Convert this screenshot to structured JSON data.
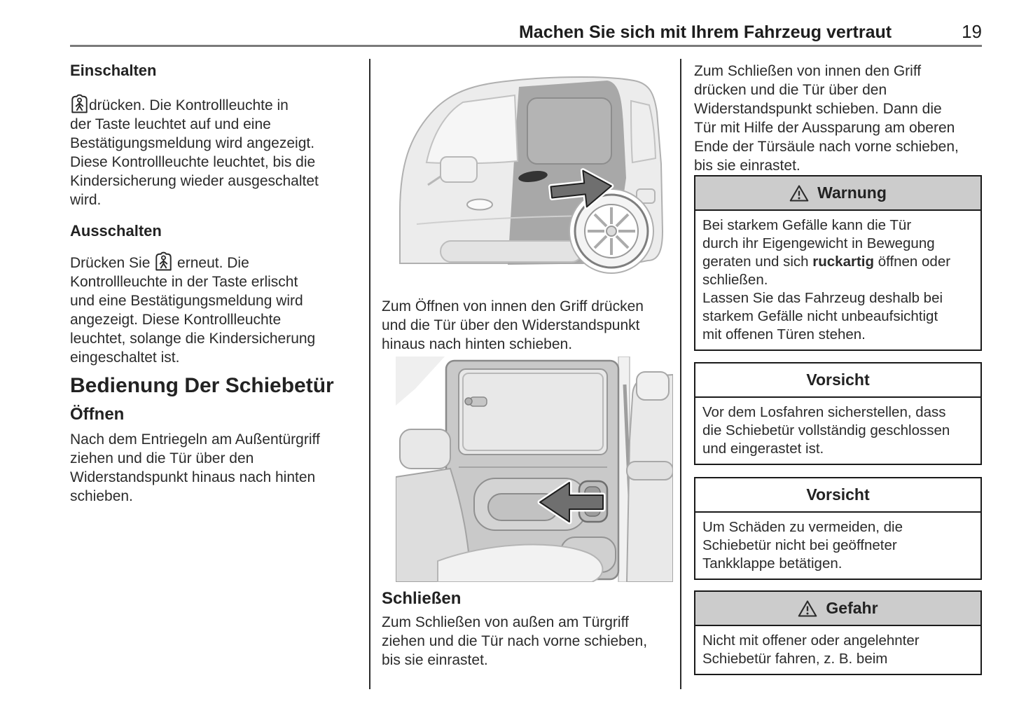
{
  "header": {
    "title": "Machen Sie sich mit Ihrem Fahrzeug vertraut",
    "page_number": "19"
  },
  "left_column": {
    "heading_on": "Einschalten",
    "para_on": "drücken. Die Kontrollleuchte in\nder Taste leuchtet auf und eine\nBestätigungsmeldung wird angezeigt.\nDiese Kontrollleuchte leuchtet, bis die\nKindersicherung wieder ausgeschaltet\nwird.",
    "heading_off": "Ausschalten",
    "para_off_pre": "Drücken Sie ",
    "para_off_post": " erneut. Die\nKontrollleuchte in der Taste erlischt\nund eine Bestätigungsmeldung wird\nangezeigt. Diese Kontrollleuchte\nleuchtet, solange die Kindersicherung\neingeschaltet ist.",
    "section_heading": "Bedienung Der Schiebetür",
    "subheading_open": "Öffnen",
    "para_open": "Nach dem Entriegeln am Außentürgriff\nziehen und die Tür über den\nWiderstandspunkt hinaus nach hinten\nschieben."
  },
  "middle_column": {
    "para_open_inside": "Zum Öffnen von innen den Griff drücken\nund die Tür über den Widerstandspunkt\nhinaus nach hinten schieben.",
    "subheading_close": "Schließen",
    "para_close": "Zum Schließen von außen am Türgriff\nziehen und die Tür nach vorne schieben,\nbis sie einrastet."
  },
  "right_column": {
    "para_close_inside": "Zum Schließen von innen den Griff\ndrücken und die Tür über den\nWiderstandspunkt schieben. Dann die\nTür mit Hilfe der Aussparung am oberen\nEnde der Türsäule nach vorne schieben,\nbis sie einrastet.",
    "warning_box": {
      "title": "Warnung",
      "body_part1": "Bei starkem Gefälle kann die Tür\ndurch ihr Eigengewicht in Bewegung\ngeraten und sich ",
      "body_bold": "ruckartig",
      "body_part2": " öffnen oder\nschließen.\nLassen Sie das Fahrzeug deshalb bei\nstarkem Gefälle nicht unbeaufsichtigt\nmit offenen Türen stehen."
    },
    "caution_box_1": {
      "title": "Vorsicht",
      "body": "Vor dem Losfahren sicherstellen, dass\ndie Schiebetür vollständig geschlossen\nund eingerastet ist."
    },
    "caution_box_2": {
      "title": "Vorsicht",
      "body": "Um Schäden zu vermeiden, die\nSchiebetür nicht bei geöffneter\nTankklappe betätigen."
    },
    "danger_box": {
      "title": "Gefahr",
      "body": "Nicht mit offener oder angelehnter\nSchiebetür fahren, z. B. beim"
    }
  },
  "icons": {
    "child_lock": "child-lock-icon",
    "warning_triangle": "warning-triangle-icon",
    "arrow_right": "direction-arrow-right-icon",
    "arrow_left": "direction-arrow-left-icon"
  },
  "colors": {
    "box_header_bg": "#cccccc",
    "box_border": "#1a1a1a",
    "text": "#2b2b2b",
    "header_rule": "#7a7a7a",
    "illustration_highlight": "#a8a8a8"
  }
}
